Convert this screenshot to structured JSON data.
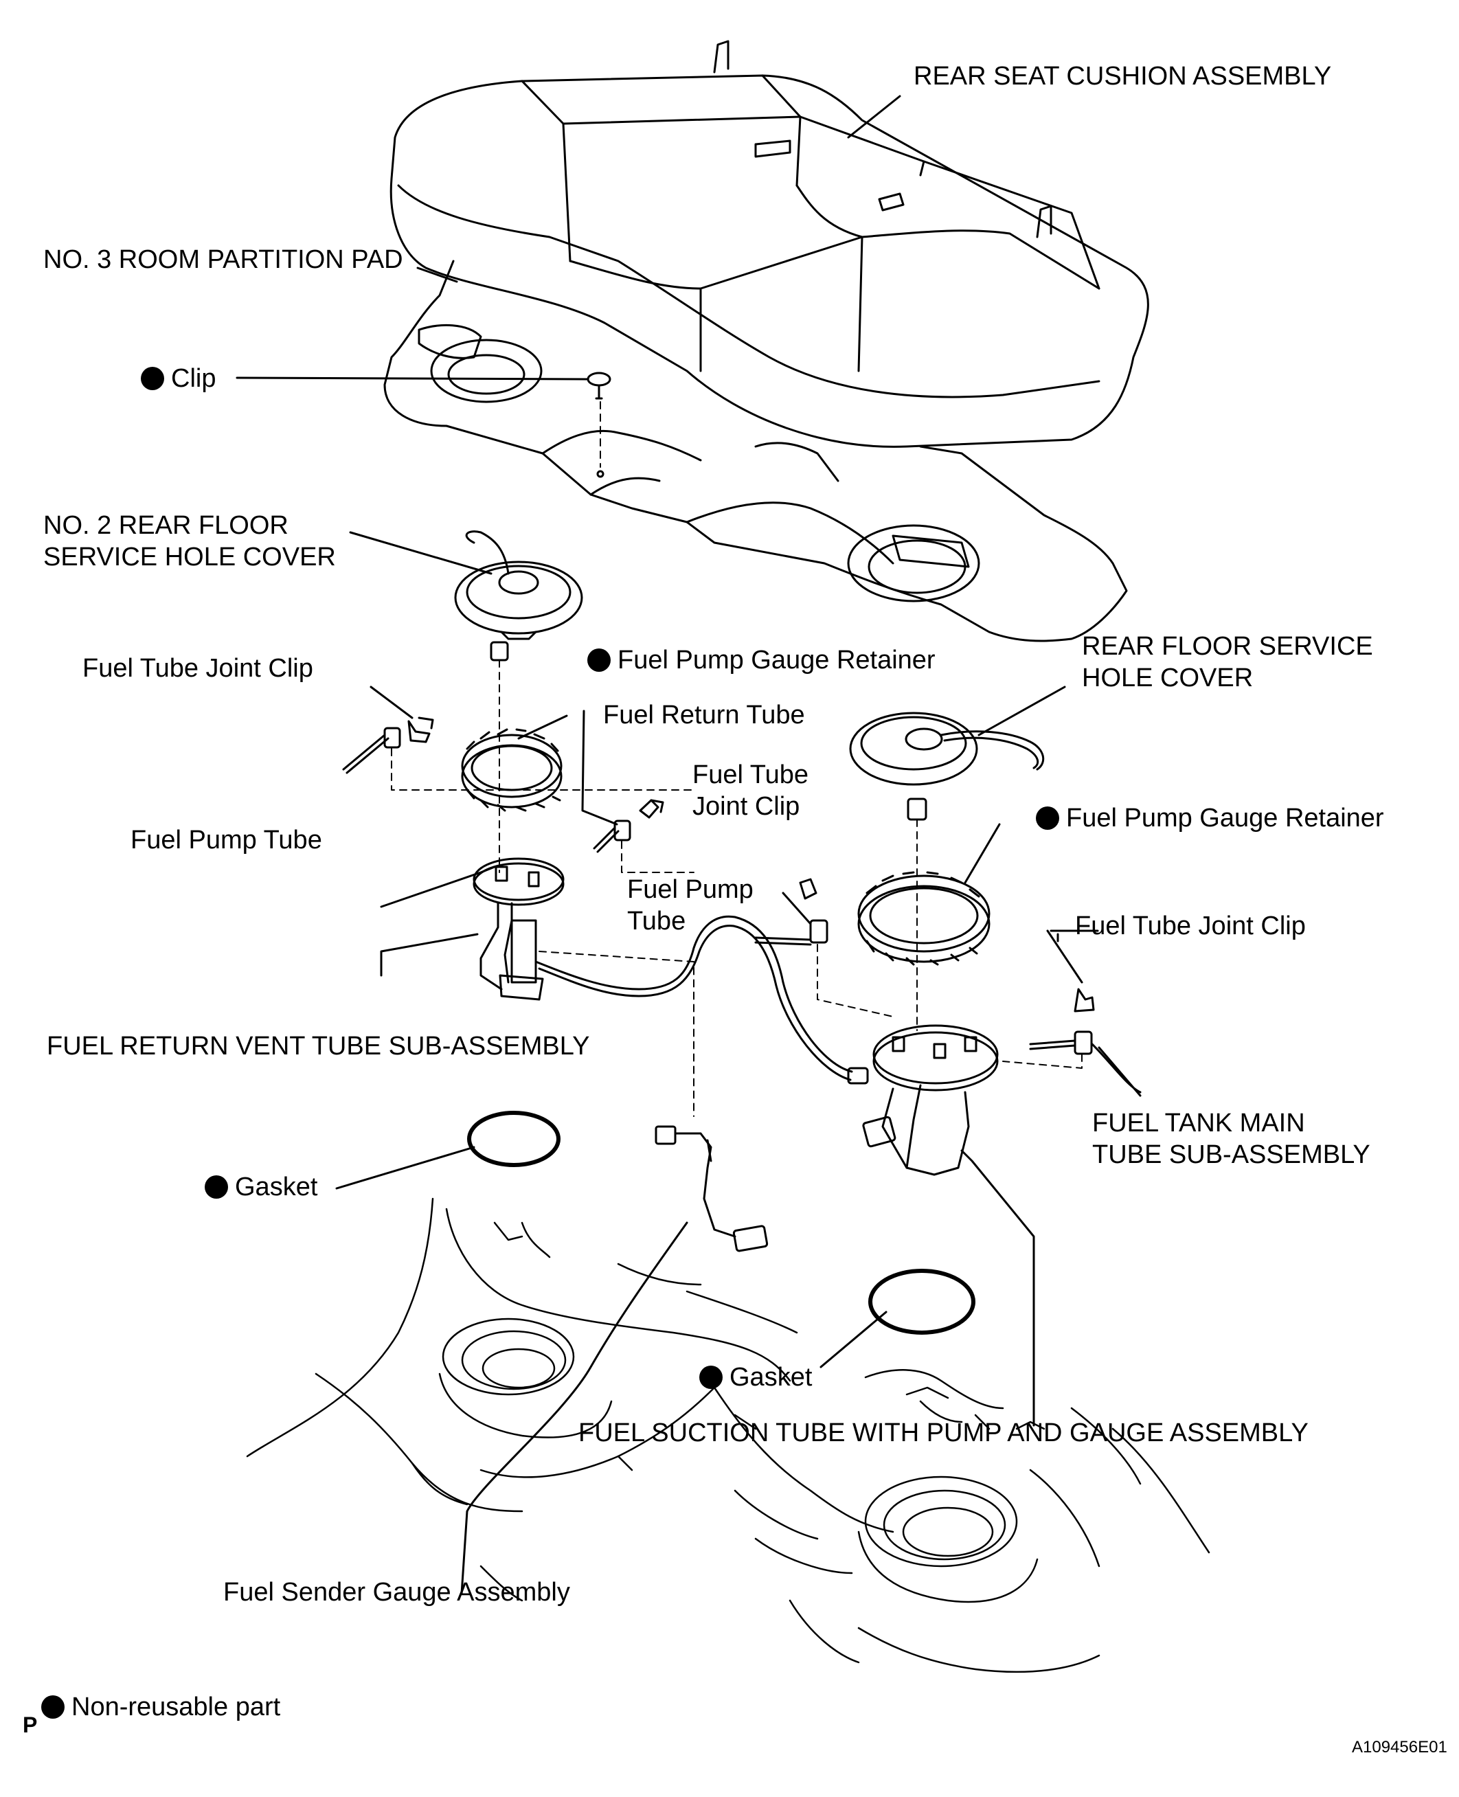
{
  "colors": {
    "ink": "#000000",
    "paper": "#ffffff"
  },
  "icons": {
    "non_reusable": "filled-circle-marker"
  },
  "labels": {
    "rear_seat_cushion": "REAR SEAT CUSHION ASSEMBLY",
    "room_partition_pad": "NO. 3 ROOM PARTITION PAD",
    "clip": "Clip",
    "no2_cover_line1": "NO. 2 REAR FLOOR",
    "no2_cover_line2": "SERVICE HOLE COVER",
    "joint_clip_left": "Fuel Tube Joint Clip",
    "retainer_left": "Fuel Pump Gauge Retainer",
    "return_tube": "Fuel Return Tube",
    "joint_clip_mid_line1": "Fuel Tube",
    "joint_clip_mid_line2": "Joint Clip",
    "pump_tube_left": "Fuel Pump Tube",
    "pump_tube_mid_line1": "Fuel Pump",
    "pump_tube_mid_line2": "Tube",
    "rear_cover_line1": "REAR FLOOR SERVICE",
    "rear_cover_line2": "HOLE COVER",
    "retainer_right": "Fuel Pump Gauge Retainer",
    "joint_clip_right": "Fuel Tube Joint Clip",
    "return_vent_tube": "FUEL RETURN VENT TUBE SUB-ASSEMBLY",
    "main_tube_line1": "FUEL TANK MAIN",
    "main_tube_line2": "TUBE SUB-ASSEMBLY",
    "gasket_left": "Gasket",
    "gasket_right": "Gasket",
    "suction_tube": "FUEL SUCTION TUBE WITH PUMP AND GAUGE ASSEMBLY",
    "sender_gauge": "Fuel Sender Gauge Assembly",
    "legend": "Non-reusable part",
    "p_mark": "P",
    "figure_code": "A109456E01"
  }
}
